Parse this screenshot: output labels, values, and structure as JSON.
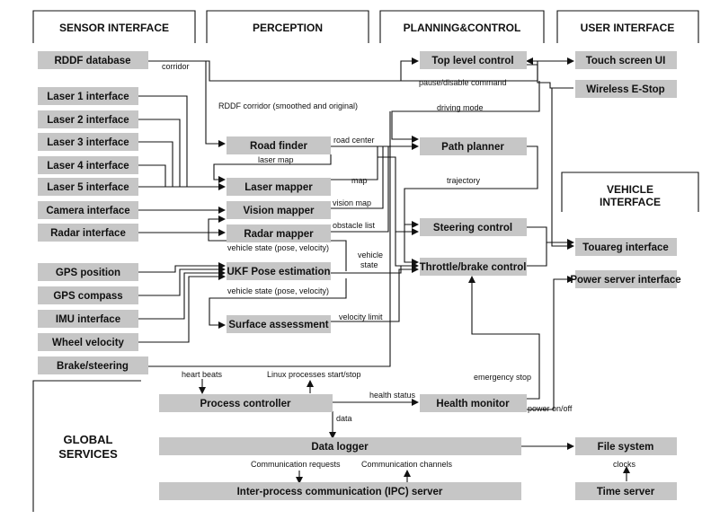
{
  "headers": {
    "sensor": "SENSOR INTERFACE",
    "perception": "PERCEPTION",
    "planning": "PLANNING&CONTROL",
    "user": "USER INTERFACE",
    "vehicle_line1": "VEHICLE",
    "vehicle_line2": "INTERFACE",
    "global_line1": "GLOBAL",
    "global_line2": "SERVICES"
  },
  "boxes": {
    "rddf": "RDDF database",
    "laser1": "Laser 1 interface",
    "laser2": "Laser 2 interface",
    "laser3": "Laser 3 interface",
    "laser4": "Laser 4 interface",
    "laser5": "Laser 5 interface",
    "camera": "Camera interface",
    "radar": "Radar interface",
    "gps_pos": "GPS position",
    "gps_compass": "GPS compass",
    "imu": "IMU interface",
    "wheel": "Wheel velocity",
    "brake": "Brake/steering",
    "road_finder": "Road finder",
    "laser_mapper": "Laser mapper",
    "vision_mapper": "Vision mapper",
    "radar_mapper": "Radar mapper",
    "ukf": "UKF Pose estimation",
    "surface": "Surface assessment",
    "top_control": "Top level control",
    "path_planner": "Path planner",
    "steering": "Steering control",
    "throttle": "Throttle/brake control",
    "touch_ui": "Touch screen UI",
    "estop": "Wireless E-Stop",
    "touareg": "Touareg interface",
    "power_server": "Power server interface",
    "process_ctrl": "Process controller",
    "health": "Health monitor",
    "logger": "Data logger",
    "ipc": "Inter-process communication (IPC) server",
    "filesystem": "File system",
    "timeserver": "Time server"
  },
  "edges": {
    "corridor": "corridor",
    "rddf_corridor": "RDDF corridor (smoothed and original)",
    "pause": "pause/disable command",
    "driving_mode": "driving mode",
    "road_center": "road center",
    "laser_map": "laser map",
    "map": "map",
    "vision_map": "vision map",
    "trajectory": "trajectory",
    "obstacle_list": "obstacle list",
    "vehicle_state_1": "vehicle state (pose, velocity)",
    "vehicle_state_2": "vehicle state (pose, velocity)",
    "vehicle_state_r1": "vehicle",
    "vehicle_state_r2": "state",
    "velocity_limit": "velocity limit",
    "heart_beats": "heart beats",
    "linux_proc": "Linux processes start/stop",
    "health_status": "health status",
    "emergency_stop": "emergency stop",
    "power_onoff": "power on/off",
    "data": "data",
    "comm_requests": "Communication requests",
    "comm_channels": "Communication channels",
    "clocks": "clocks"
  }
}
